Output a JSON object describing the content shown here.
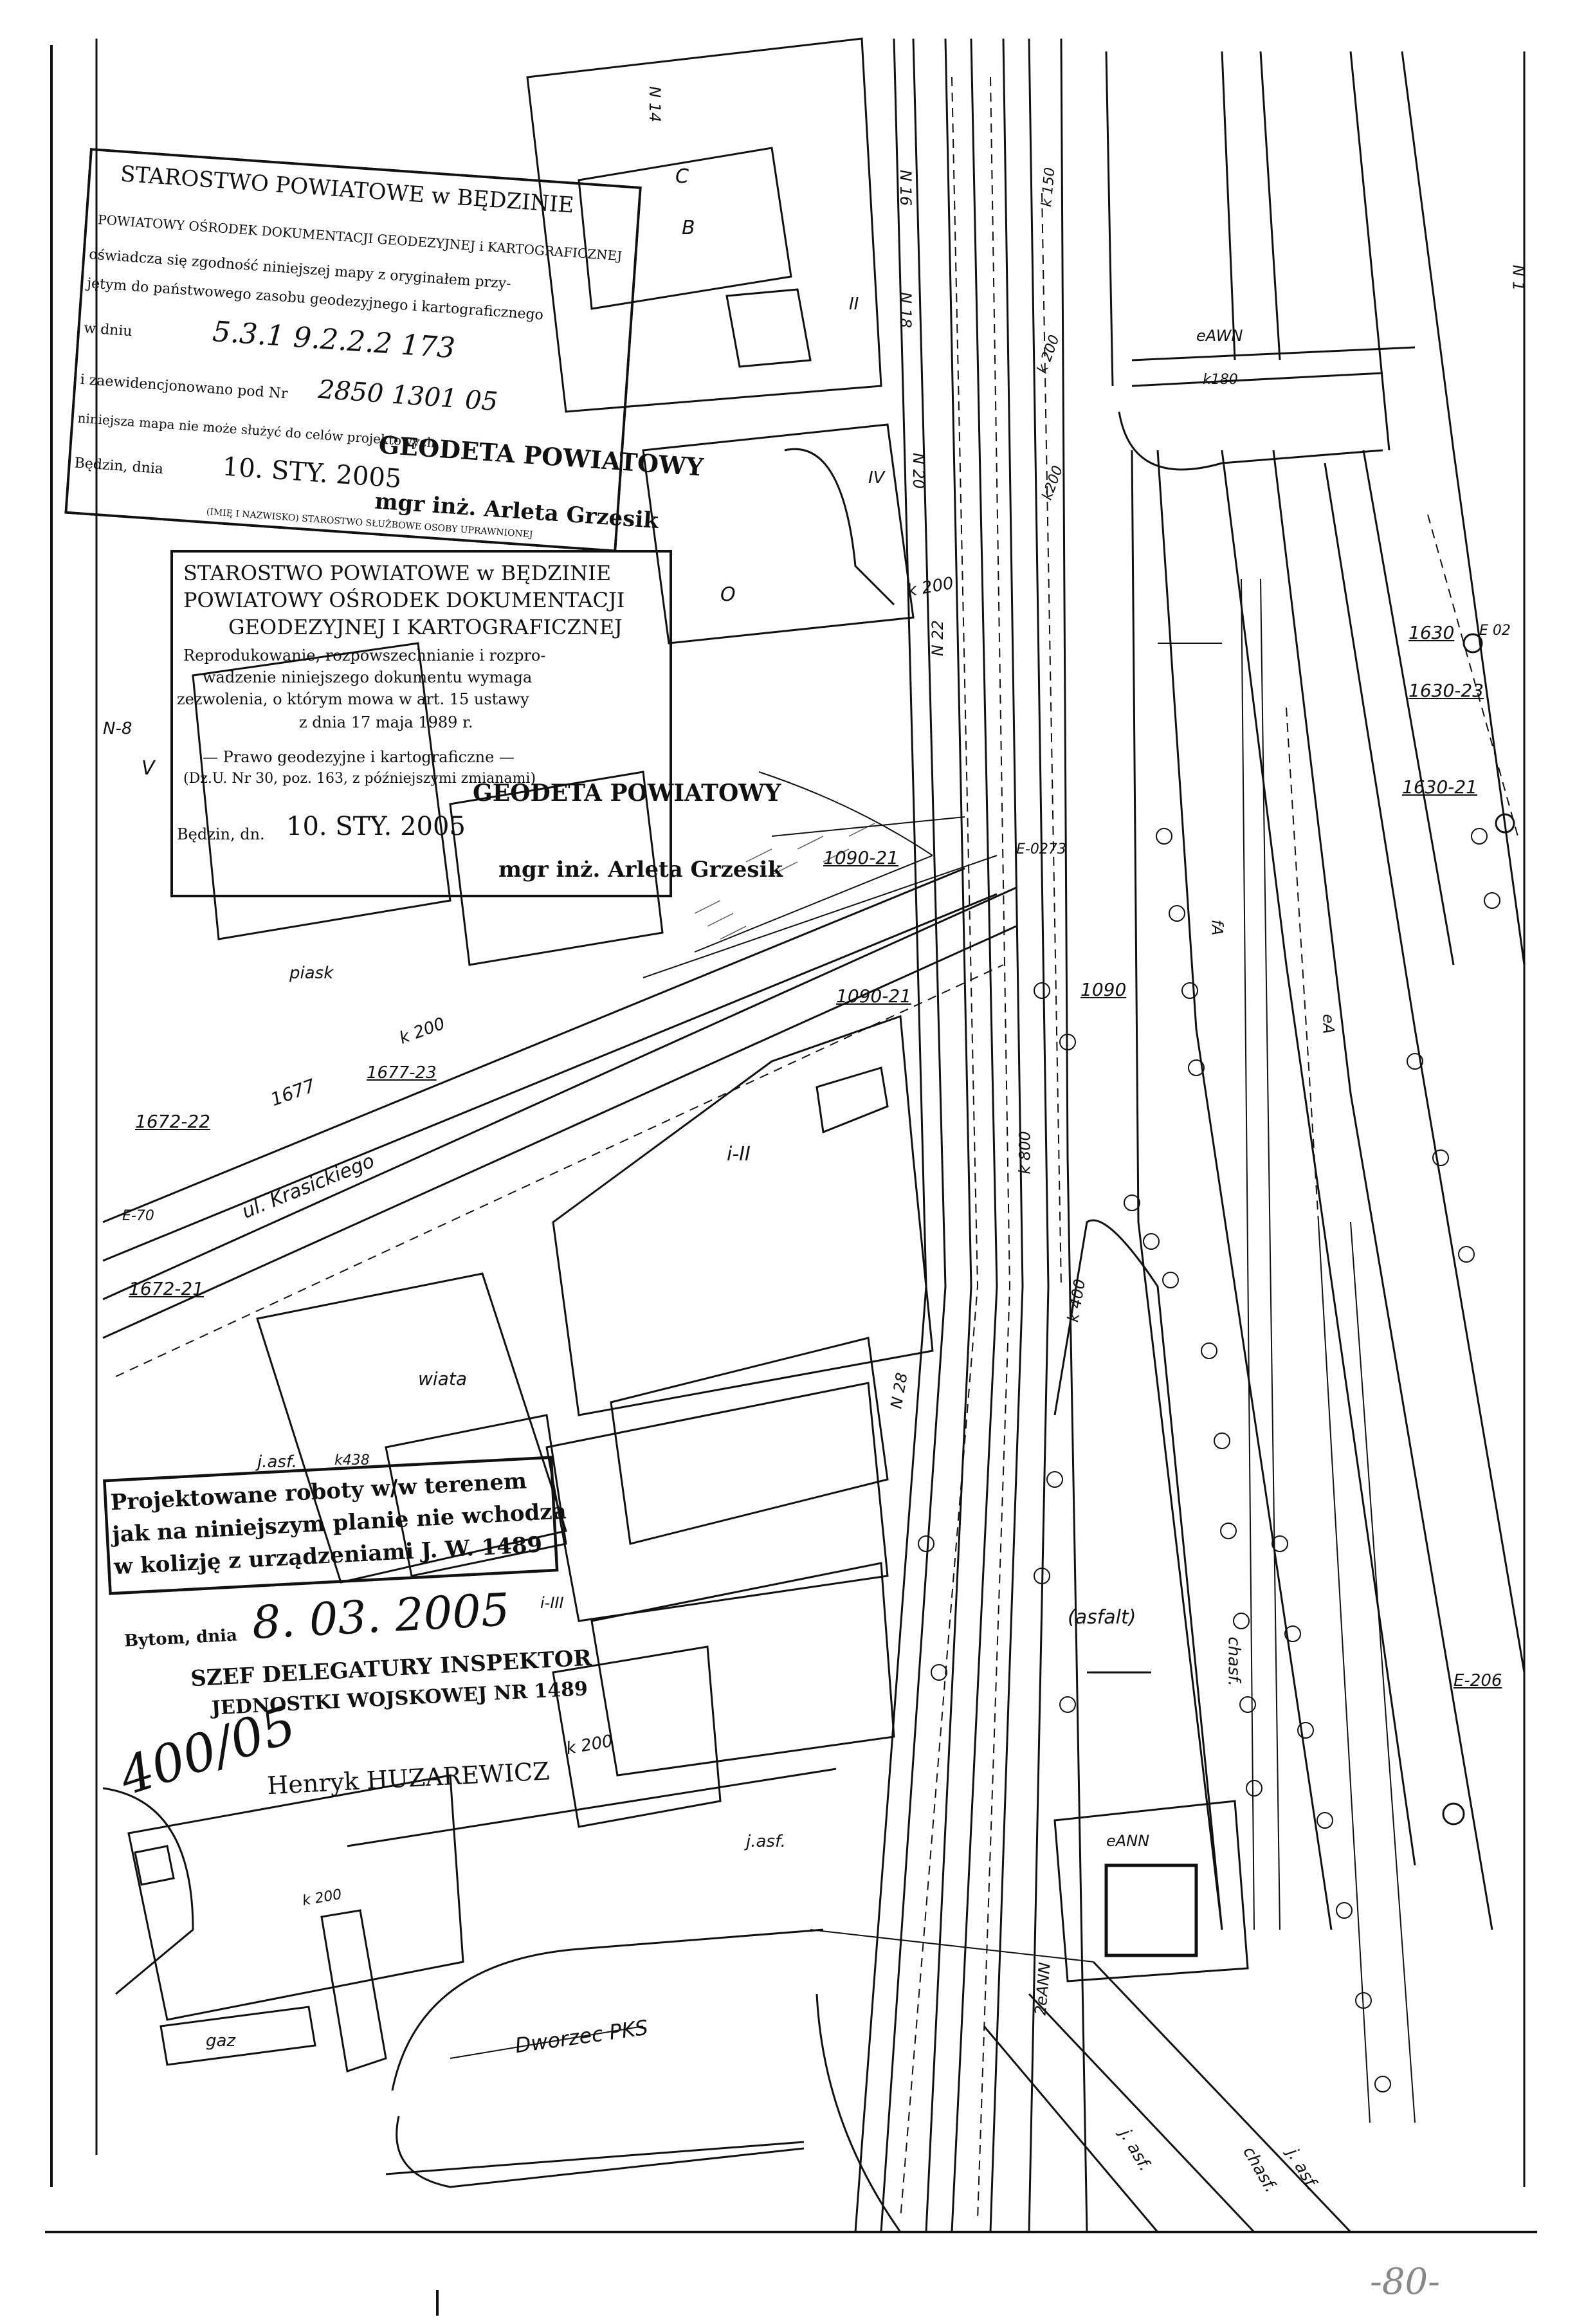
{
  "map": {
    "street_names": {
      "krasickiego": "ul. Krasickiego",
      "dworzec": "Dworzec PKS"
    },
    "surface_labels": {
      "asfalt": "(asfalt)",
      "j_asf_1": "j.asf.",
      "j_asf_2": "j.asf.",
      "j_asf_3": "j. asf.",
      "j_asf_4": "j. asf.",
      "chasf_1": "chasf.",
      "chasf_2": "chasf.",
      "piask": "piask",
      "wiata": "wiata",
      "gaz": "gaz"
    },
    "building_labels": {
      "c": "C",
      "b": "B",
      "o": "O",
      "iv": "IV",
      "i_ii": "i-II",
      "i_iii": "i-III",
      "v": "V",
      "ii": "II"
    },
    "point_ids": {
      "n14": "N 14",
      "n16": "N 16",
      "n18": "N 18",
      "n20": "N 20",
      "n22": "N 22",
      "n28": "N 28",
      "n8": "N-8",
      "n1": "N 1",
      "p1630": "1630",
      "p1630_23": "1630-23",
      "p1630_21": "1630-21",
      "p1090_21a": "1090-21",
      "p1090_21b": "1090-21",
      "p1090": "1090",
      "p1677": "1677",
      "p1677_23": "1677-23",
      "p1672_22": "1672-22",
      "p1672_21": "1672-21",
      "e206": "E-206",
      "e70": "E-70",
      "e0273": "E-0273",
      "e02": "E 02"
    },
    "utility_labels": {
      "k200_1": "k 200",
      "k200_2": "k 200",
      "k200_3": "k 200",
      "k200_4": "k 200",
      "k200_5": "k 200",
      "k200_6": "k200",
      "ann": "eANN",
      "awn": "eAWN",
      "ea": "eA",
      "fa": "fA",
      "k180": "k180",
      "k800": "k 800",
      "twn": "2eANN",
      "k438": "k438",
      "k400": "k 400",
      "k150": "k 150"
    },
    "page_number": "-80-"
  },
  "stamp1": {
    "title": "STAROSTWO POWIATOWE w BĘDZINIE",
    "line1": "POWIATOWY OŚRODEK DOKUMENTACJI GEODEZYJNEJ i KARTOGRAFICZNEJ",
    "line2": "oświadcza się zgodność niniejszej mapy z oryginałem przy-",
    "line3": "jętym do państwowego zasobu geodezyjnego i kartograficznego",
    "line4": "w dniu",
    "line4_hand": "5.3.1 9.2.2.2 173",
    "line5": "i zaewidencjonowano pod Nr",
    "line5_hand": "2850 1301 05",
    "line6": "niniejsza mapa nie może służyć do celów projektowych.",
    "line7": "Będzin, dnia",
    "date": "10. STY. 2005",
    "office": "GEODETA POWIATOWY",
    "name": "mgr inż. Arleta Grzesik",
    "footer": "(IMIĘ I NAZWISKO) STAROSTWO SŁUŻBOWE OSOBY UPRAWNIONEJ"
  },
  "stamp2": {
    "title": "STAROSTWO POWIATOWE w BĘDZINIE",
    "line1": "POWIATOWY OŚRODEK DOKUMENTACJI",
    "line2": "GEODEZYJNEJ I KARTOGRAFICZNEJ",
    "line3": "Reprodukowanie, rozpowszechnianie i rozpro-",
    "line4": "wadzenie niniejszego dokumentu wymaga",
    "line5": "zezwolenia, o którym mowa w art. 15 ustawy",
    "line6": "z dnia 17 maja 1989 r.",
    "line7": "— Prawo geodezyjne i kartograficzne —",
    "line8": "(Dz.U. Nr 30, poz. 163, z późniejszymi zmianami)",
    "line9": "Będzin, dn.",
    "date": "10. STY. 2005",
    "office": "GEODETA POWIATOWY",
    "name": "mgr inż. Arleta Grzesik"
  },
  "stamp3": {
    "line1": "Projektowane roboty w/w terenem",
    "line2": "jak na niniejszym planie nie wchodzą",
    "line3": "w kolizję z urządzeniami J. W. 1489",
    "line4": "Bytom, dnia",
    "date_hand": "8. 03. 2005",
    "line5": "SZEF DELEGATURY INSPEKTOR",
    "line6": "JEDNOSTKI WOJSKOWEJ NR 1489",
    "name": "Henryk HUZAREWICZ",
    "hand_ref": "400/05"
  },
  "colors": {
    "ink": "#111111",
    "paper": "#ffffff"
  }
}
